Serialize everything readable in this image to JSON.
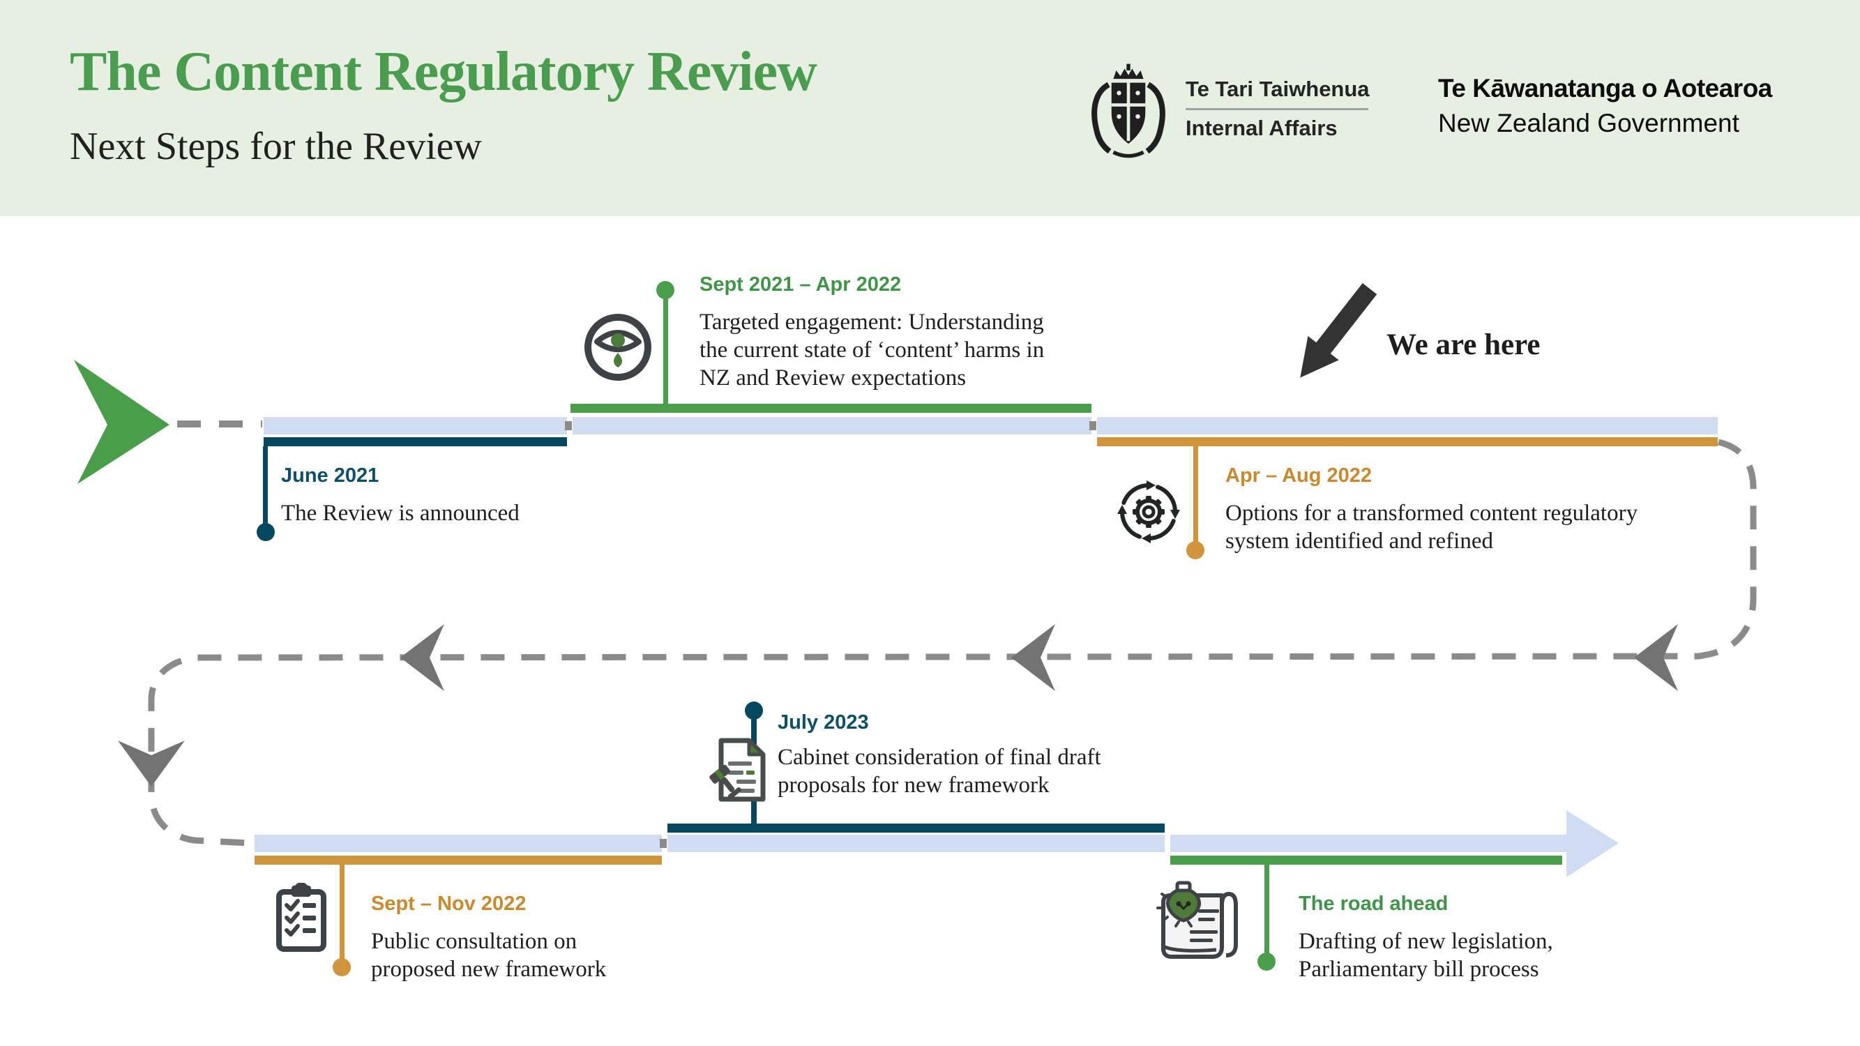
{
  "header": {
    "title": "The Content Regulatory Review",
    "subtitle": "Next Steps for the Review",
    "dia_logo": {
      "icon": "nz-coat-of-arms-icon",
      "name_maori": "Te Tari Taiwhenua",
      "name_english": "Internal Affairs"
    },
    "govt_logo": {
      "name_maori": "Te Kāwanatanga o Aotearoa",
      "name_english": "New Zealand Government"
    }
  },
  "annotation": {
    "we_are_here": "We are here",
    "arrow_icon": "we-are-here-arrow-icon"
  },
  "milestones": [
    {
      "id": "june-2021",
      "date": "June 2021",
      "icon": null,
      "lines": [
        "The Review is announced"
      ],
      "accent": "#06485D"
    },
    {
      "id": "sept-2021-apr-2022",
      "date": "Sept 2021 – Apr 2022",
      "icon": "eye-icon",
      "lines": [
        "Targeted engagement: Understanding",
        "the current state of ‘content’ harms in",
        "NZ and Review expectations"
      ],
      "accent": "#4A9E4B"
    },
    {
      "id": "apr-aug-2022",
      "date": "Apr – Aug 2022",
      "icon": "gear-cycle-icon",
      "lines": [
        "Options for a transformed content regulatory",
        "system identified and refined"
      ],
      "accent": "#D0953C"
    },
    {
      "id": "sept-nov-2022",
      "date": "Sept – Nov 2022",
      "icon": "clipboard-checklist-icon",
      "lines": [
        "Public consultation on",
        "proposed new framework"
      ],
      "accent": "#D0953C"
    },
    {
      "id": "july-2023",
      "date": "July 2023",
      "icon": "document-gavel-icon",
      "lines": [
        "Cabinet consideration of final draft",
        "proposals for new framework"
      ],
      "accent": "#06485D"
    },
    {
      "id": "road-ahead",
      "date": "The road ahead",
      "icon": "scroll-lightbulb-icon",
      "lines": [
        "Drafting of new legislation,",
        "Parliamentary bill process"
      ],
      "accent": "#4A9E4B"
    }
  ],
  "colors": {
    "header_background": "#E7EFE2",
    "title_green": "#4A9C4F",
    "timeline_track": "#D0DCF1",
    "teal": "#06485D",
    "green": "#4A9E4B",
    "orange": "#D0953C",
    "dashed_path_gray": "#8B8B8B",
    "arrowhead_gray": "#737373",
    "body_text": "#1E1E1C"
  }
}
